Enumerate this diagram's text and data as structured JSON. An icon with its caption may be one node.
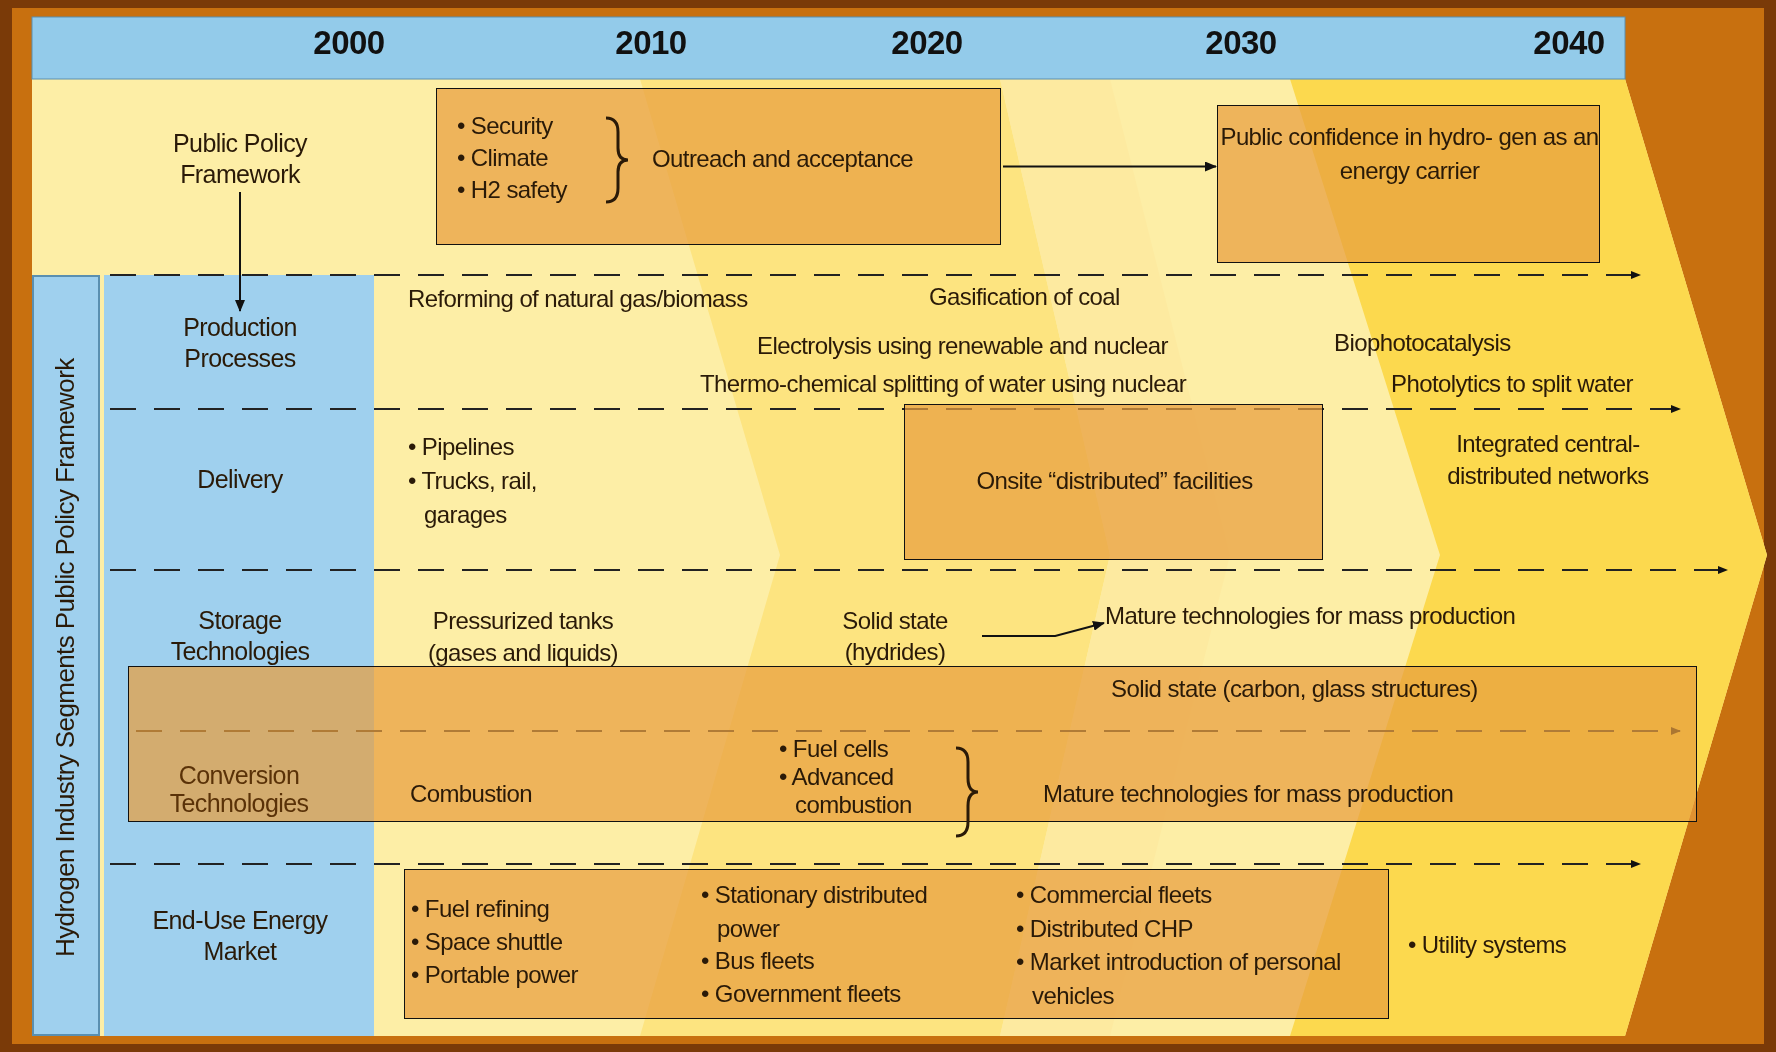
{
  "diagram": {
    "nodes": [
      {
        "text": [
          "Public Policy Framework"
        ]
      },
      {
        "text": [
          "• Security",
          "• Climate",
          "• H2 safety",
          "Outreach and acceptance"
        ]
      },
      {
        "text": [
          "Public confidence in hydro- gen as an energy carrier"
        ]
      },
      {
        "text": [
          "Hydrogen Industry Segments Public Policy Framework"
        ]
      },
      {
        "text": [
          "Production Processes"
        ]
      },
      {
        "text": [
          "Delivery"
        ]
      },
      {
        "text": [
          "Storage Technologies"
        ]
      },
      {
        "text": [
          "Onsite “distributed” facilities"
        ]
      },
      {
        "text": [
          "Combustion",
          "• Fuel cells",
          "• Advanced combustion",
          "Mature technologies for mass production"
        ]
      },
      {
        "text": [
          "Conversion Technologies"
        ],
        "in": 8
      },
      {
        "text": [
          "Solid state (hydrides)"
        ]
      },
      {
        "text": [
          "Mature technologies for mass production"
        ]
      },
      {
        "text": [
          "End-Use Energy Market"
        ]
      },
      {
        "text": [
          "• Fuel refining",
          "• Space shuttle",
          "• Portable power",
          "• Stationary distributed power",
          "• Bus fleets",
          "• Government fleets",
          "• Commercial fleets",
          "• Distributed CHP",
          "• Market introduction of personal vehicles"
        ]
      }
    ],
    "edges": [
      {
        "from": 0,
        "to": 4,
        "arrow": "to"
      },
      {
        "from": 1,
        "to": 2,
        "arrow": "to"
      },
      {
        "from": 10,
        "to": 11,
        "arrow": "to"
      }
    ],
    "labels": [
      "2000",
      "2010",
      "2020",
      "2030",
      "2040",
      "Reforming of natural gas/biomass",
      "Gasification of coal",
      "Electrolysis using renewable and nuclear",
      "Biophotocatalysis",
      "Thermo-chemical splitting of water using nuclear",
      "Photolytics to split water",
      "• Pipelines",
      "• Trucks, rail, garages",
      "Integrated central-distributed networks",
      "Pressurized tanks (gases and liquids)",
      "Solid state (carbon, glass structures)",
      "• Utility systems"
    ]
  }
}
